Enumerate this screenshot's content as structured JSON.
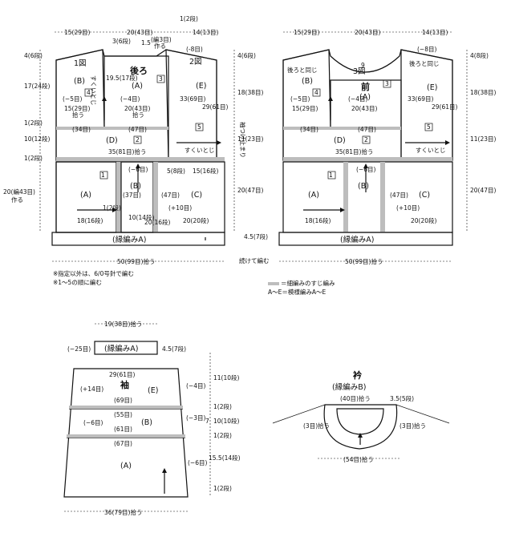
{
  "back": {
    "title": "後ろ",
    "piece1": "1図",
    "width_top_left": "15(29目)",
    "width_top_mid": "20(43目)",
    "width_top_right": "14(13目)",
    "shoulder_dec": "(-8目)",
    "neck_step": "1(2段)",
    "neck_15": "1.5",
    "neck_3": "3(6段)",
    "neck_stitch": "(編3目)",
    "make": "作る",
    "h_4_6": "4(6段)",
    "h_17_24": "17(24段)",
    "h_1_2a": "1(2段)",
    "h_10_12": "10(12段)",
    "h_1_2b": "1(2段)",
    "h_20_43": "20(編43目)",
    "make2": "作る",
    "label_B": "(B)",
    "label_A": "(A)",
    "label_E": "(E)",
    "label_D": "(D)",
    "label_A2": "(A)",
    "label_B2": "(B)",
    "label_C": "(C)",
    "sukui": "すくいとじ",
    "m5": "(−5目)",
    "m4": "(−4目)",
    "s15_29": "15(29目)",
    "s20_43": "20(43目)",
    "pick": "拾う",
    "s19_5": "19.5(17段)",
    "s33": "33(69目)",
    "s29": "29(61目)",
    "s34": "(34目)",
    "s47": "(47目)",
    "s35_81": "35(81目)拾う",
    "s_m6": "(−6目)",
    "s37": "(37目)",
    "s47b": "(47目)",
    "s_p10": "(+10目)",
    "s18_16": "18(16段)",
    "s1_2": "1(2段)",
    "s10_14": "10(14段)",
    "s20_16": "20(16段)",
    "s20_20": "20(20段)",
    "s5_8": "5(8段)",
    "s15_16": "15(16段)",
    "box1": "1",
    "box2": "2",
    "box3": "3",
    "box4": "4",
    "box5": "5",
    "border": "(縁編みA)",
    "total": "50(99目)拾う",
    "piece2": "2図",
    "r_18_38": "18(38目)",
    "r_11_23": "11(23目)",
    "r_20_47": "20(47目)",
    "r_4_6": "4(6段)",
    "sode_stop": "袖つけ止まり",
    "sukui2": "すくいとじ",
    "cont": "続けて編む",
    "h45": "4.5(7段)"
  },
  "front": {
    "title": "前",
    "piece3": "3図",
    "same_back_l": "後ろと同じ",
    "same_back_r": "後ろと同じ",
    "num9": "9",
    "s_m8": "(−8目)",
    "r_18": "18(38目)",
    "r_11": "11(23目)",
    "r_20": "20(47目)",
    "r_4": "4(8段)",
    "border": "(縁編みA)",
    "total": "50(99目)拾う"
  },
  "notes": {
    "n1": "※指定以外は、6/0号針で編む",
    "n2": "※1〜5の順に編む",
    "legend1": "＝細編みのすじ編み",
    "legend2": "A〜E＝模様編みA〜E"
  },
  "sleeve": {
    "top": "19(38目)拾う",
    "border": "(縁編みA)",
    "m25": "(−25目)",
    "h45": "4.5(7段)",
    "w29": "29(61目)",
    "p14": "(+14目)",
    "title": "袖",
    "E": "(E)",
    "m4": "(−4目)",
    "s69": "(69目)",
    "s55": "(55目)",
    "m6": "(−6目)",
    "B": "(B)",
    "m3": "(−3目)",
    "s61": "(61目)",
    "s67": "(67目)",
    "A": "(A)",
    "m6b": "(−6目)",
    "bottom": "36(79目)拾う",
    "h11_10": "11(10段)",
    "h1_2a": "1(2段)",
    "h7": "7",
    "h10": "10(10段)",
    "h1_2b": "1(2段)",
    "h15_5": "15.5(14段)",
    "h1_2c": "1(2段)"
  },
  "collar": {
    "title": "衿",
    "sub": "(縁編みB)",
    "s40": "(40目)拾う",
    "s35": "3.5(5段)",
    "s3a": "(3目)拾う",
    "s3b": "(3目)拾う",
    "s54": "(54目)拾う"
  }
}
